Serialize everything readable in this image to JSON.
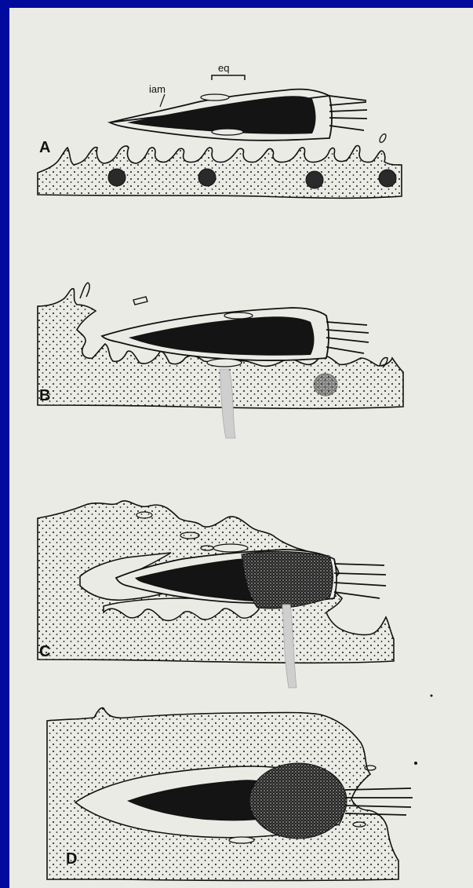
{
  "colors": {
    "frame": "#000a9c",
    "paper": "#ebebe6",
    "ink": "#111111"
  },
  "labels": {
    "iam": "iam",
    "eq": "eq"
  },
  "panels": [
    {
      "letter": "A"
    },
    {
      "letter": "B"
    },
    {
      "letter": "C"
    },
    {
      "letter": "D"
    }
  ]
}
